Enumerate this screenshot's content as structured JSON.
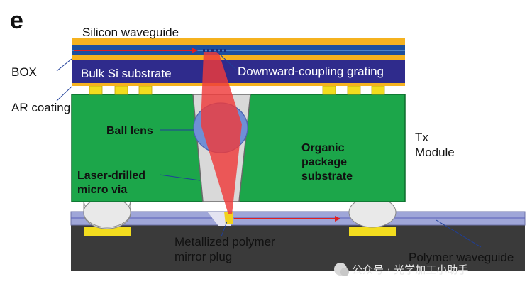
{
  "panel_letter": "e",
  "labels": {
    "silicon_waveguide": "Silicon waveguide",
    "box": "BOX",
    "bulk_si": "Bulk Si substrate",
    "grating": "Downward-coupling grating",
    "ar_coating": "AR coating",
    "ball_lens": "Ball lens",
    "laser_via_1": "Laser-drilled",
    "laser_via_2": "micro via",
    "organic_1": "Organic",
    "organic_2": "package",
    "organic_3": "substrate",
    "tx_1": "Tx",
    "tx_2": "Module",
    "mirror_1": "Metallized polymer",
    "mirror_2": "mirror plug",
    "polymer_wg": "Polymer waveguide"
  },
  "watermark": "公众号 · 光学加工小助手",
  "colors": {
    "silicon_layer": "#f5b21f",
    "box_layer": "#1d4f9e",
    "bulk_si": "#2f2b8c",
    "package": "#1ca64a",
    "via": "#d9d9d9",
    "ball_lens": "#6f8fd6",
    "beam": "#ef3b3b",
    "polymer_wg": "#9fa6d8",
    "bottom_board": "#3a3a3a",
    "solder_pad": "#f2dc1e",
    "solder_ball": "#e8e8e8"
  },
  "icons": [
    "wechat-icon"
  ]
}
